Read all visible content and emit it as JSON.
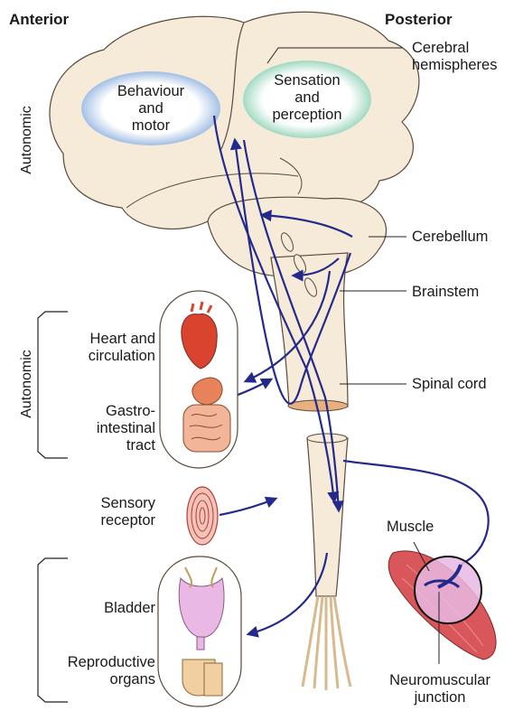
{
  "orientation": {
    "anterior": "Anterior",
    "posterior": "Posterior"
  },
  "brain": {
    "behaviour_line1": "Behaviour",
    "behaviour_line2": "and",
    "behaviour_line3": "motor",
    "sensation_line1": "Sensation",
    "sensation_line2": "and",
    "sensation_line3": "perception"
  },
  "side_labels": {
    "autonomic_top": "Autonomic",
    "autonomic_middle": "Autonomic"
  },
  "right_labels": {
    "cerebral_line1": "Cerebral",
    "cerebral_line2": "hemispheres",
    "cerebellum": "Cerebellum",
    "brainstem": "Brainstem",
    "spinal_cord": "Spinal cord"
  },
  "organ_labels": {
    "heart_line1": "Heart and",
    "heart_line2": "circulation",
    "gi_line1": "Gastro-",
    "gi_line2": "intestinal",
    "gi_line3": "tract",
    "sensory_line1": "Sensory",
    "sensory_line2": "receptor",
    "bladder": "Bladder",
    "repro_line1": "Reproductive",
    "repro_line2": "organs"
  },
  "muscle_labels": {
    "muscle": "Muscle",
    "nmj_line1": "Neuromuscular",
    "nmj_line2": "junction"
  },
  "colors": {
    "tissue": "#f6ead9",
    "tissue_outline": "#5a4a3a",
    "pathway": "#232a8c",
    "behaviour_ring": "#a9c4e6",
    "sensation_ring": "#a8dcc6",
    "heart": "#d9442e",
    "gut": "#e8825a",
    "bladder": "#e9b8e4",
    "muscle": "#d9565a"
  }
}
